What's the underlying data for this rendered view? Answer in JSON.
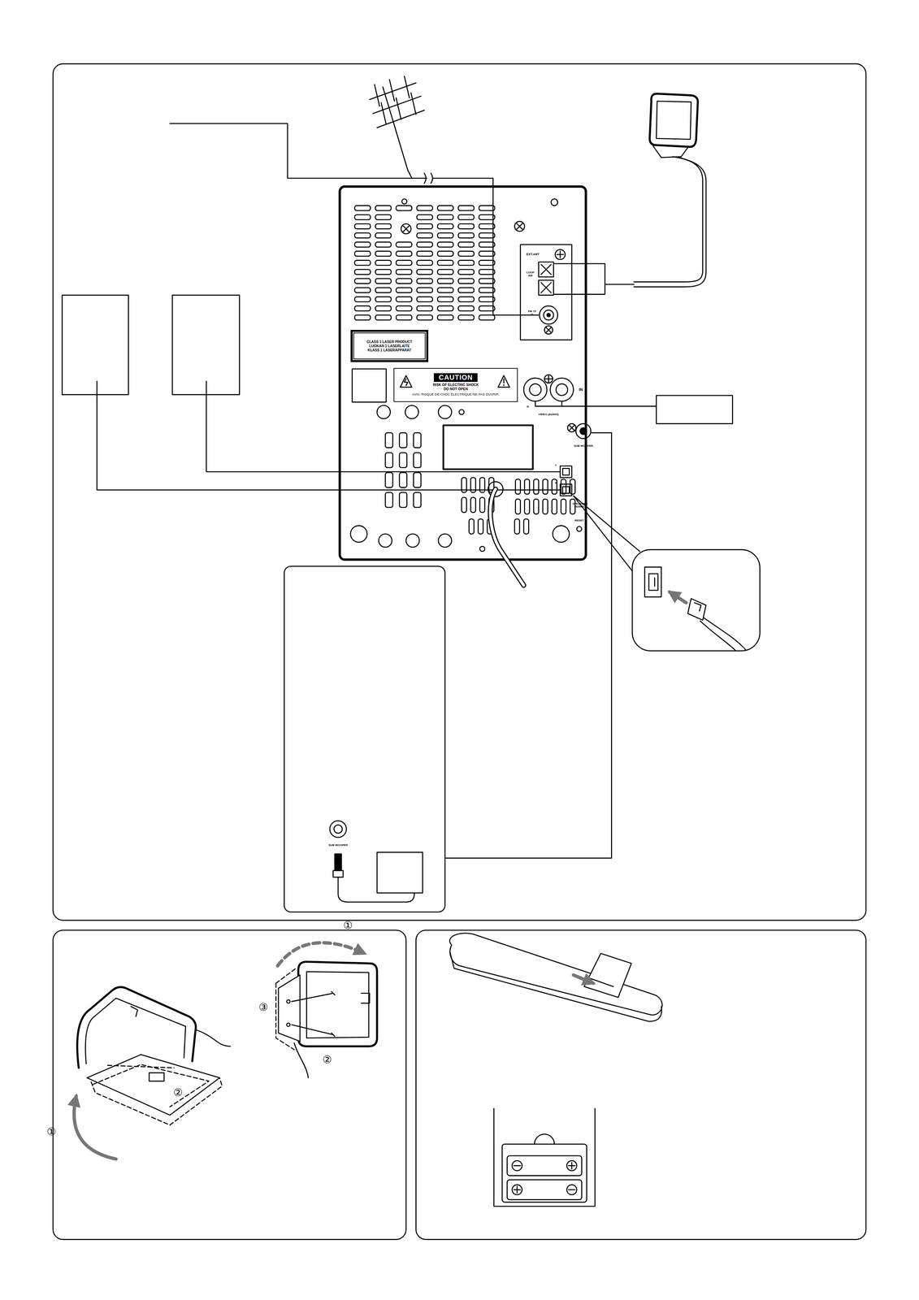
{
  "diagram": {
    "nodes": [
      {
        "text": [
          "CLASS 1 LASER PRODUCT",
          "LUOKAN 1 LASERLAITE",
          "KLASS 1 LASERAPPARAT"
        ]
      },
      {
        "text": [
          "CAUTION",
          "RISK OF ELECTRIC SHOCK",
          "DO NOT OPEN",
          "AVIS: RISQUE DE CHOC ÉLECTRIQUE-NE PAS OUVRIR."
        ]
      }
    ],
    "labels": [
      "EXT.ANT",
      "LOOP AM",
      "FM 75 Ω",
      "R",
      "IN",
      "VIDEO (AUDIO)",
      "SUB WOOFER",
      "L",
      "R",
      "SPEAKERS (4ΩMIN.)",
      "RESET",
      "SUB WOOFER",
      "①",
      "②",
      "③",
      "①",
      "②"
    ]
  }
}
